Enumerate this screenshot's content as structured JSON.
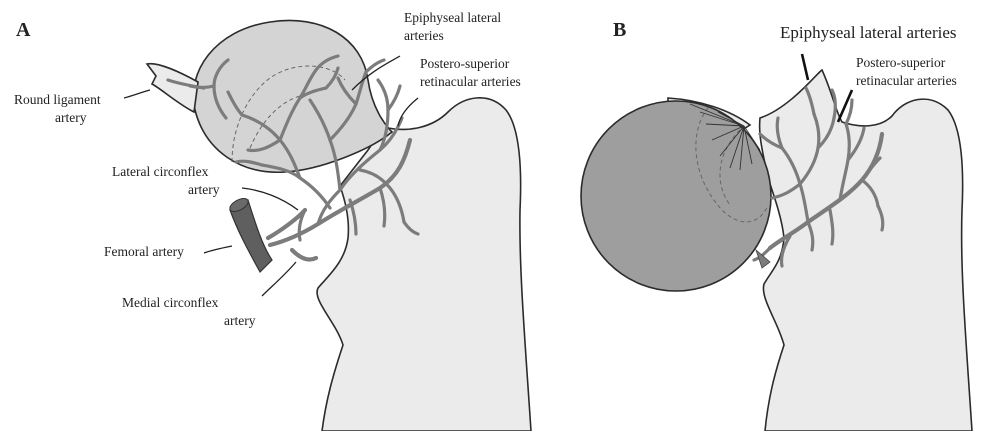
{
  "panels": {
    "a": {
      "letter": "A",
      "labels": {
        "epiphyseal_line1": "Epiphyseal lateral",
        "epiphyseal_line2": "arteries",
        "postero_line1": "Postero-superior",
        "postero_line2": "retinacular arteries",
        "round_line1": "Round ligament",
        "round_line2": "artery",
        "lateral_line1": "Lateral circonflex",
        "lateral_line2": "artery",
        "femoral": "Femoral artery",
        "medial_line1": "Medial circonflex",
        "medial_line2": "artery"
      }
    },
    "b": {
      "letter": "B",
      "labels": {
        "epiphyseal": "Epiphyseal lateral arteries",
        "postero_line1": "Postero-superior",
        "postero_line2": "retinacular arteries"
      }
    }
  },
  "colors": {
    "bone_fill": "#ebebeb",
    "head_fill_a": "#d4d4d4",
    "head_fill_b": "#9e9e9e",
    "artery": "#7c7c7c",
    "femoral_artery": "#5f5f5f",
    "outline": "#2b2b2b"
  }
}
